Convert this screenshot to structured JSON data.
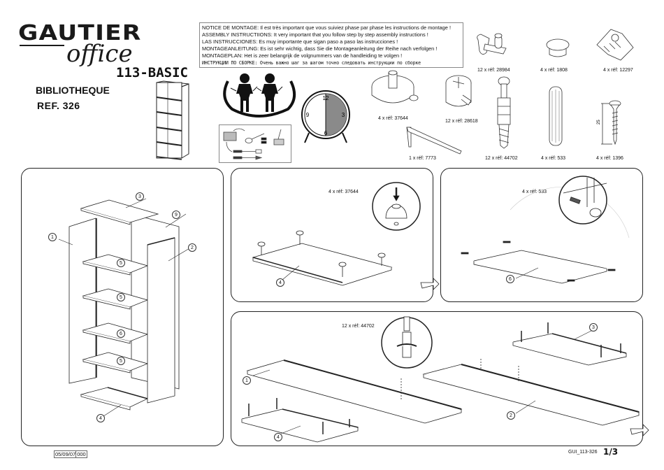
{
  "header": {
    "brand": "GAUTIER",
    "brand_sub": "office",
    "model": "113-BASIC",
    "product_name": "BIBLIOTHEQUE",
    "reference": "REF. 326"
  },
  "notice": {
    "lines": [
      "NOTICE DE MONTAGE: Il est très important que vous suiviez phase par phase les instructions de montage !",
      "ASSEMBLY INSTRUCTIIONS: It very important that you follow step by step assembly instructions !",
      "LAS INSTRUCCIONES: Es muy importante que sigan paso a paso las instrucciones !",
      "MONTAGEANLEITUNG: Es ist sehr wichtig, dass Sie die Montageanleitung der Reihe nach verfolgen !",
      "MONTAGEPLAN: Het is zeer belangrijk de volgnummers van de handleiding te volgen !",
      "ИНСТРУКЦИИ ПО СБОРКЕ: Очень важно шаг за шагом точно следовать инструкции по сборке"
    ]
  },
  "icons": {
    "two_people": "two-person-assembly-icon",
    "clock": "clock-icon",
    "clock_numbers": [
      "12",
      "3",
      "6",
      "9"
    ],
    "tools": "tools-required-icon"
  },
  "hardware": [
    {
      "qty": "12",
      "ref": "28984",
      "label": "12 x réf: 28984",
      "icon": "shelf-support-icon"
    },
    {
      "qty": "4",
      "ref": "1808",
      "label": "4 x réf: 1808",
      "icon": "cap-icon"
    },
    {
      "qty": "4",
      "ref": "12297",
      "label": "4 x réf: 12297",
      "icon": "bracket-icon"
    },
    {
      "qty": "4",
      "ref": "37644",
      "label": "4 x réf: 37644",
      "icon": "foot-glide-icon"
    },
    {
      "qty": "12",
      "ref": "28618",
      "label": "12 x réf: 28618",
      "icon": "cam-lock-icon"
    },
    {
      "qty": "1",
      "ref": "7773",
      "label": "1 x réf: 7773",
      "icon": "allen-key-icon"
    },
    {
      "qty": "12",
      "ref": "44702",
      "label": "12 x réf: 44702",
      "icon": "cam-bolt-icon"
    },
    {
      "qty": "4",
      "ref": "533",
      "label": "4 x réf: 533",
      "icon": "wood-dowel-icon"
    },
    {
      "qty": "4",
      "ref": "1396",
      "label": "4 x réf: 1396",
      "icon": "screw-icon",
      "dimension": "25"
    }
  ],
  "exploded_view": {
    "callouts": [
      "1",
      "2",
      "3",
      "4",
      "5",
      "5",
      "6",
      "5",
      "9"
    ]
  },
  "steps": [
    {
      "id": "step-1",
      "part_label": "4 x réf: 37644",
      "callouts": [
        "4"
      ]
    },
    {
      "id": "step-2",
      "part_label": "4 x réf: 533",
      "callouts": [
        "6"
      ]
    },
    {
      "id": "step-3",
      "part_label": "12 x réf: 44702",
      "callouts": [
        "1",
        "4",
        "3",
        "2"
      ]
    }
  ],
  "footer": {
    "date": "05/09/07",
    "code": "000",
    "doc_id": "GUI_113-326",
    "page": "1/3"
  }
}
